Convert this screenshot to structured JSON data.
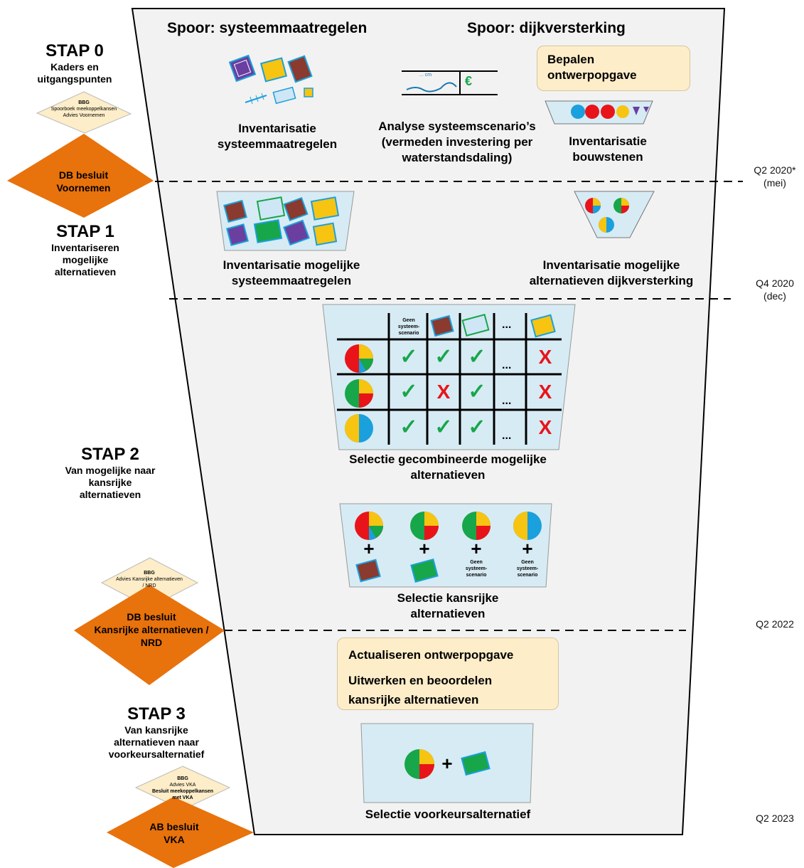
{
  "stap0": {
    "title": "STAP 0",
    "subtitle": [
      "Kaders en",
      "uitgangspunten"
    ]
  },
  "stap1": {
    "title": "STAP 1",
    "subtitle": [
      "Inventariseren",
      "mogelijke",
      "alternatieven"
    ]
  },
  "stap2": {
    "title": "STAP 2",
    "subtitle": [
      "Van mogelijke naar",
      "kansrijke",
      "alternatieven"
    ]
  },
  "stap3": {
    "title": "STAP 3",
    "subtitle": [
      "Van kansrijke",
      "alternatieven naar",
      "voorkeursalternatief"
    ]
  },
  "headers": {
    "systeem": "Spoor: systeemmaatregelen",
    "dijk": "Spoor: dijkversterking"
  },
  "stage0": {
    "inv_systeem": [
      "Inventarisatie",
      "systeemmaatregelen"
    ],
    "analyse": [
      "Analyse systeemscenario’s",
      "(vermeden investering per",
      "waterstandsdaling)"
    ],
    "bepalen": [
      "Bepalen",
      "ontwerpopgave"
    ],
    "inv_bouwstenen": [
      "Inventarisatie",
      "bouwstenen"
    ],
    "cm_label": "... cm",
    "euro": "€"
  },
  "stage1": {
    "inv_mogelijk_systeem": [
      "Inventarisatie mogelijke",
      "systeemmaatregelen"
    ],
    "inv_mogelijk_dijk": [
      "Inventarisatie mogelijke",
      "alternatieven dijkversterking"
    ]
  },
  "stage2": {
    "matrix_header_geen": [
      "Geen",
      "systeem-",
      "scenario"
    ],
    "ellipsis": "...",
    "rows": [
      [
        "✓",
        "✓",
        "✓",
        "...",
        "X"
      ],
      [
        "✓",
        "X",
        "✓",
        "...",
        "X"
      ],
      [
        "✓",
        "✓",
        "✓",
        "...",
        "X"
      ]
    ],
    "selectie_gecombineerd": [
      "Selectie gecombineerde mogelijke",
      "alternatieven"
    ],
    "plus": "+",
    "geen_label": [
      "Geen",
      "systeem-",
      "scenario"
    ],
    "selectie_kansrijk": [
      "Selectie kansrijke",
      "alternatieven"
    ]
  },
  "stage3": {
    "actualiseren": "Actualiseren ontwerpopgave",
    "uitwerken": [
      "Uitwerken en beoordelen",
      "kansrijke alternatieven"
    ],
    "plus": "+",
    "selectie_vka": "Selectie voorkeursalternatief"
  },
  "decisions": {
    "bbg1": {
      "title": "BBG",
      "lines": [
        "Spoorboek meekoppelkansen",
        "Advies Voornemen"
      ]
    },
    "db1": [
      "DB besluit",
      "Voornemen"
    ],
    "bbg2": {
      "title": "BBG",
      "lines": [
        "Advies Kansrijke alternatieven",
        "/ NRD"
      ]
    },
    "db2": [
      "DB besluit",
      "Kansrijke alternatieven /",
      "NRD"
    ],
    "bbg3": {
      "title": "BBG",
      "lines": [
        "Advies VKA",
        "Besluit meekoppelkansen",
        "met VKA"
      ]
    },
    "ab3": [
      "AB besluit",
      "VKA"
    ]
  },
  "dates": {
    "d1": [
      "Q2 2020*",
      "(mei)"
    ],
    "d2": [
      "Q4 2020",
      "(dec)"
    ],
    "d3": "Q2 2022",
    "d4": "Q2 2023"
  },
  "colors": {
    "orange": "#e8720c",
    "funnel": "#f2f2f2",
    "note": "#fdedc8",
    "panel": "#d7ebf4",
    "red": "#e8141a",
    "green": "#17a64a",
    "yellow": "#f7c411",
    "blue": "#1aa0dc",
    "brown": "#8a3a2e",
    "purple": "#6a3fa0"
  }
}
